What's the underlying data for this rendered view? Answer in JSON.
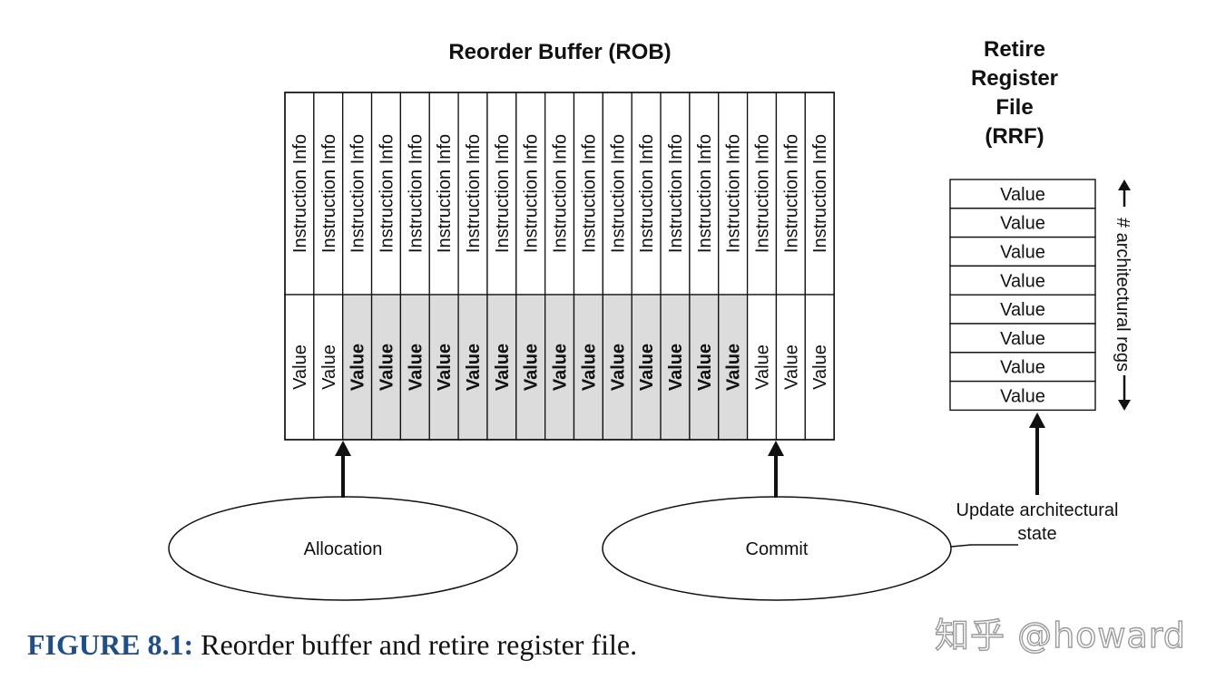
{
  "rob": {
    "title": "Reorder Buffer (ROB)",
    "entries": [
      {
        "info": "Instruction Info",
        "value": "Value",
        "occupied": false
      },
      {
        "info": "Instruction Info",
        "value": "Value",
        "occupied": false
      },
      {
        "info": "Instruction Info",
        "value": "Value",
        "occupied": true
      },
      {
        "info": "Instruction Info",
        "value": "Value",
        "occupied": true
      },
      {
        "info": "Instruction Info",
        "value": "Value",
        "occupied": true
      },
      {
        "info": "Instruction Info",
        "value": "Value",
        "occupied": true
      },
      {
        "info": "Instruction Info",
        "value": "Value",
        "occupied": true
      },
      {
        "info": "Instruction Info",
        "value": "Value",
        "occupied": true
      },
      {
        "info": "Instruction Info",
        "value": "Value",
        "occupied": true
      },
      {
        "info": "Instruction Info",
        "value": "Value",
        "occupied": true
      },
      {
        "info": "Instruction Info",
        "value": "Value",
        "occupied": true
      },
      {
        "info": "Instruction Info",
        "value": "Value",
        "occupied": true
      },
      {
        "info": "Instruction Info",
        "value": "Value",
        "occupied": true
      },
      {
        "info": "Instruction Info",
        "value": "Value",
        "occupied": true
      },
      {
        "info": "Instruction Info",
        "value": "Value",
        "occupied": true
      },
      {
        "info": "Instruction Info",
        "value": "Value",
        "occupied": true
      },
      {
        "info": "Instruction Info",
        "value": "Value",
        "occupied": false
      },
      {
        "info": "Instruction Info",
        "value": "Value",
        "occupied": false
      },
      {
        "info": "Instruction Info",
        "value": "Value",
        "occupied": false
      }
    ]
  },
  "rrf": {
    "title_lines": [
      "Retire",
      "Register",
      "File",
      "(RRF)"
    ],
    "entries": [
      "Value",
      "Value",
      "Value",
      "Value",
      "Value",
      "Value",
      "Value",
      "Value"
    ],
    "size_label": "# architectural regs"
  },
  "allocation": {
    "label": "Allocation"
  },
  "commit": {
    "label": "Commit"
  },
  "update_label": {
    "lines": [
      "Update architectural",
      "state"
    ]
  },
  "colors": {
    "occupied_fill": "#dcdcdc",
    "stroke": "#111111",
    "caption_blue": "#1f4f8b"
  },
  "caption": {
    "label": "FIGURE 8.1:",
    "text": "Reorder buffer and retire register file."
  },
  "watermark": {
    "text": "知乎 @howard"
  }
}
